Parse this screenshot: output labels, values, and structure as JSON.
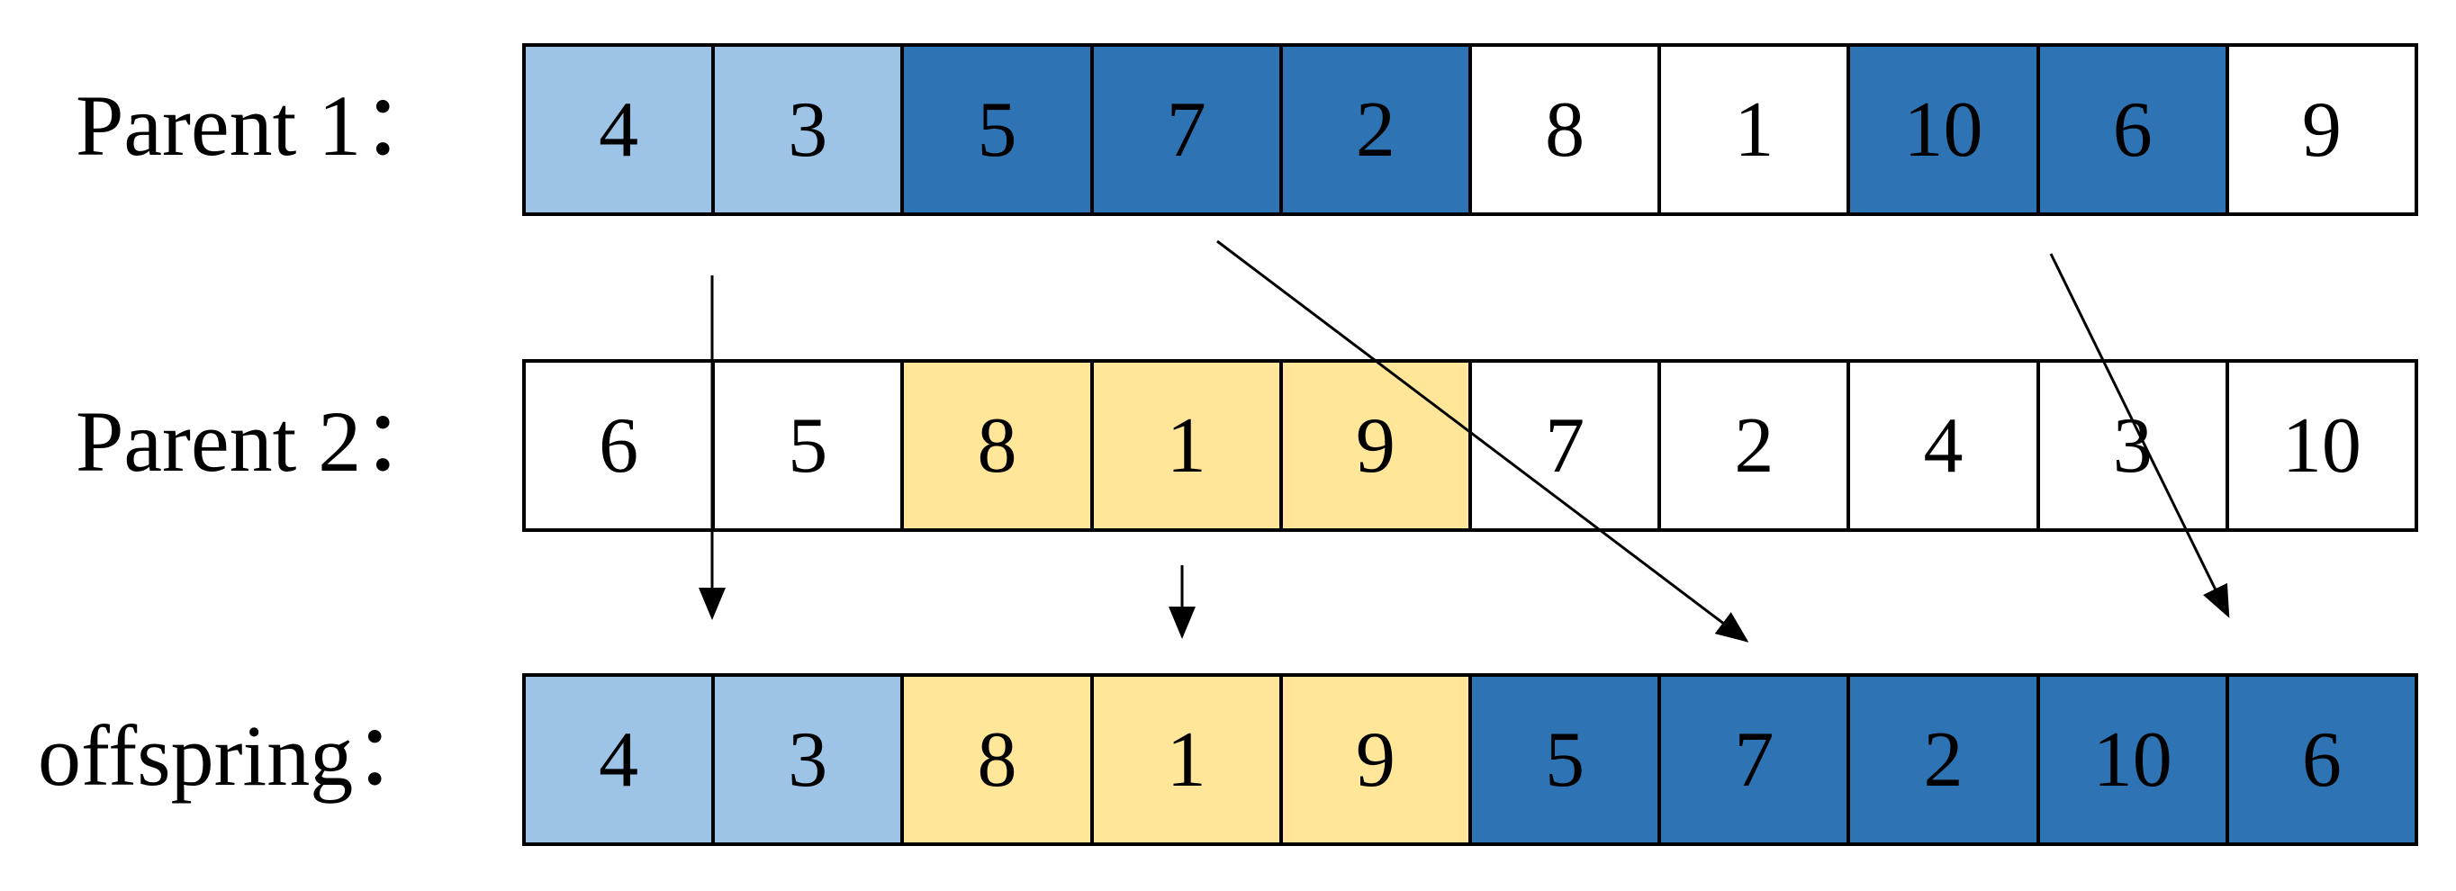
{
  "colors": {
    "light_blue": "#9dc3e6",
    "dark_blue": "#2e74b5",
    "yellow": "#ffe699",
    "white": "#ffffff"
  },
  "rows": [
    {
      "label": "Parent 1：",
      "genes": [
        "4",
        "3",
        "5",
        "7",
        "2",
        "8",
        "1",
        "10",
        "6",
        "9"
      ],
      "fills": [
        "light_blue",
        "light_blue",
        "dark_blue",
        "dark_blue",
        "dark_blue",
        "white",
        "white",
        "dark_blue",
        "dark_blue",
        "white"
      ]
    },
    {
      "label": "Parent 2：",
      "genes": [
        "6",
        "5",
        "8",
        "1",
        "9",
        "7",
        "2",
        "4",
        "3",
        "10"
      ],
      "fills": [
        "white",
        "white",
        "yellow",
        "yellow",
        "yellow",
        "white",
        "white",
        "white",
        "white",
        "white"
      ]
    },
    {
      "label": "offspring：",
      "genes": [
        "4",
        "3",
        "8",
        "1",
        "9",
        "5",
        "7",
        "2",
        "10",
        "6"
      ],
      "fills": [
        "light_blue",
        "light_blue",
        "yellow",
        "yellow",
        "yellow",
        "dark_blue",
        "dark_blue",
        "dark_blue",
        "dark_blue",
        "dark_blue"
      ]
    }
  ]
}
